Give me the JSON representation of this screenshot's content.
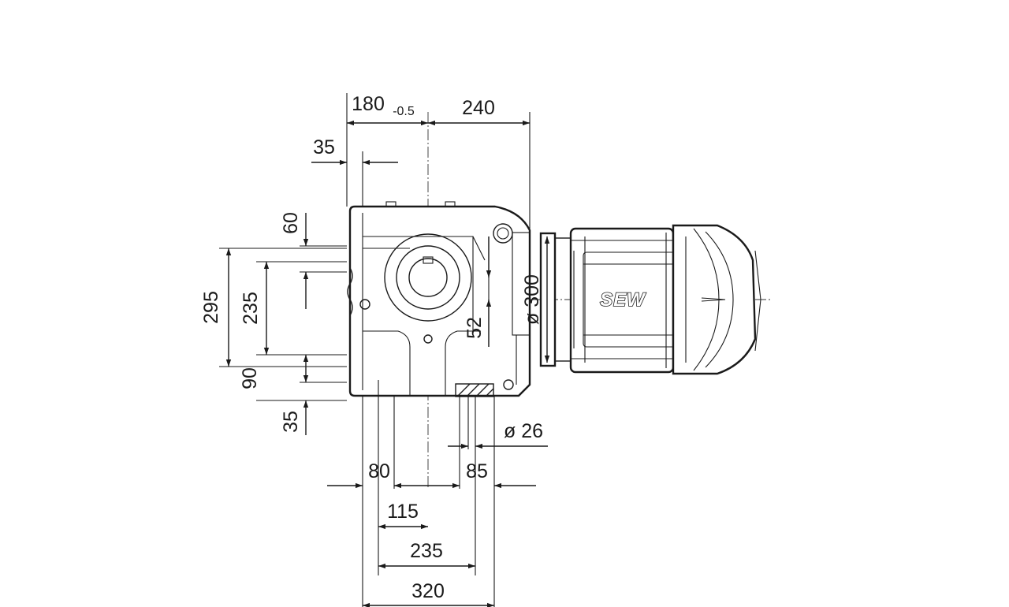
{
  "brand": {
    "logo_text": "SEW"
  },
  "dimensions": {
    "top_180": "180",
    "top_tolerance": "-0.5",
    "top_240": "240",
    "offset_35_top": "35",
    "left_60": "60",
    "left_295": "295",
    "left_235": "235",
    "left_90": "90",
    "left_35_bottom": "35",
    "center_52": "52",
    "flange_dia": "ø 300",
    "hole_dia": "ø 26",
    "bottom_80": "80",
    "bottom_85": "85",
    "bottom_115": "115",
    "bottom_235": "235",
    "bottom_320": "320"
  }
}
